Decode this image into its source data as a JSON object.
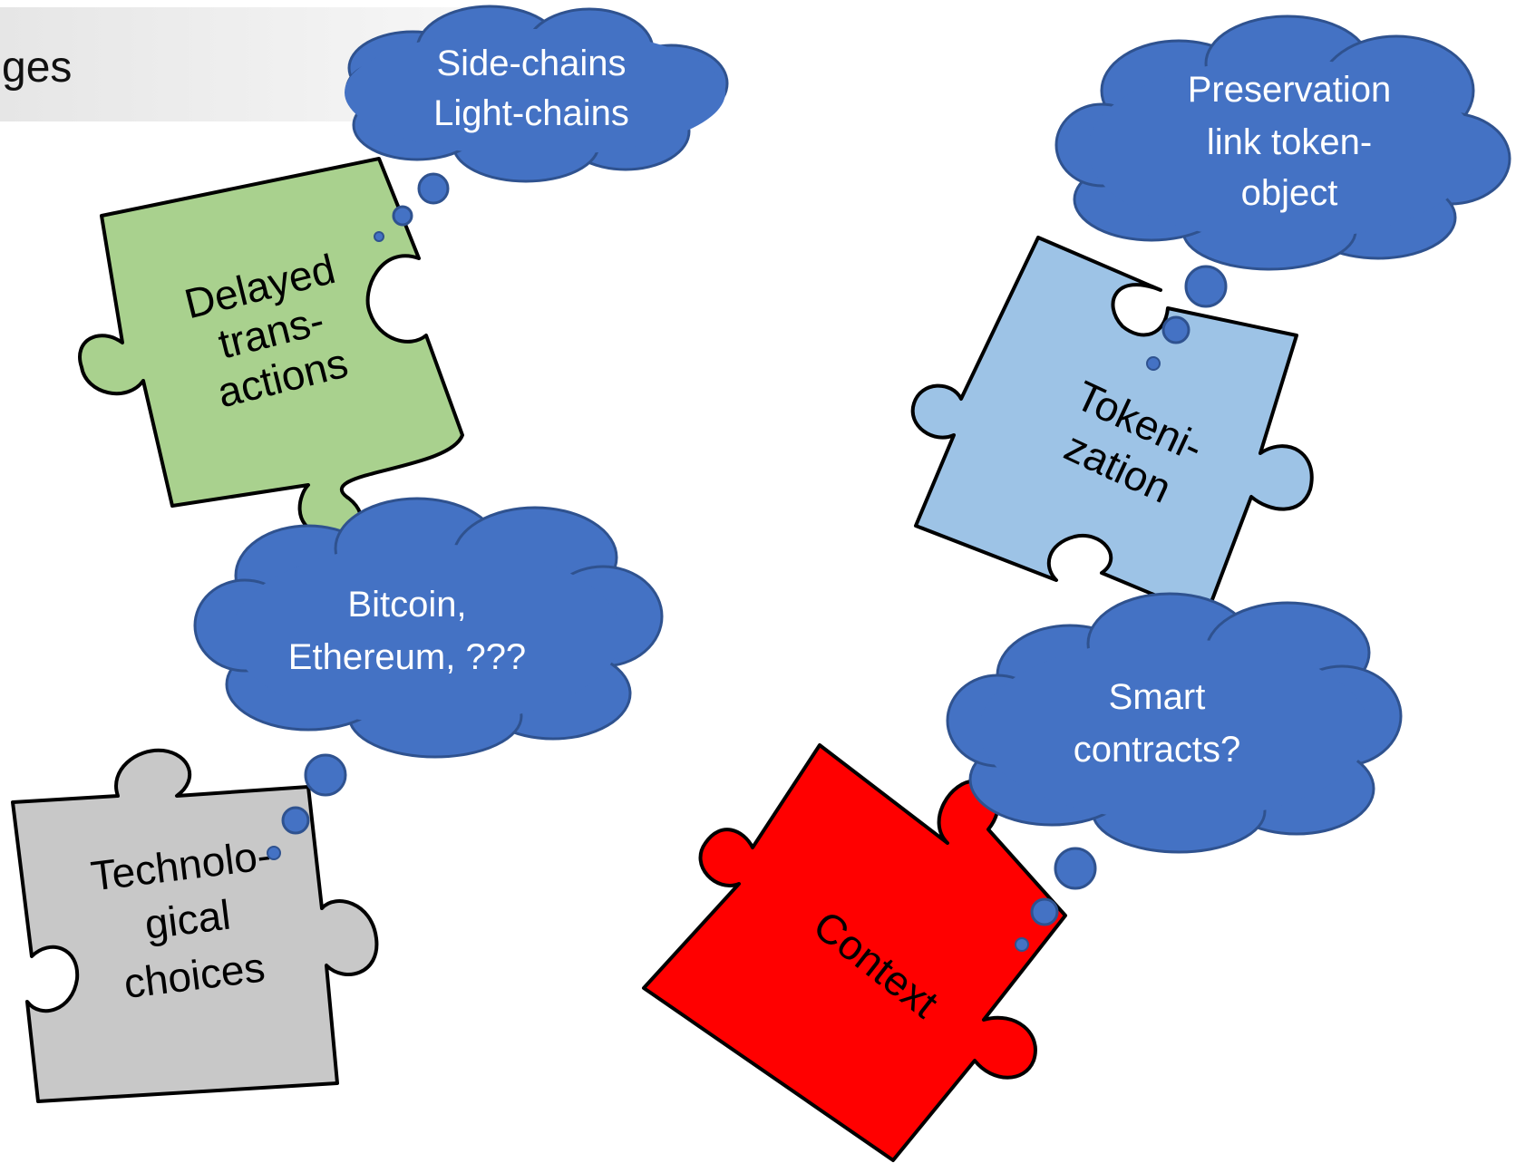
{
  "slide": {
    "title_fragment": "ges"
  },
  "colors": {
    "cloud": "#4472c4",
    "cloud_stroke": "#2f528f",
    "green_piece": "#a9d18e",
    "blue_piece": "#9dc3e6",
    "gray_piece": "#c8c8c8",
    "red_piece": "#ff0000",
    "outline": "#000000"
  },
  "pieces": [
    {
      "id": "delayed",
      "lines": [
        "Delayed",
        "trans-",
        "actions"
      ]
    },
    {
      "id": "tokenization",
      "lines": [
        "Tokeni-",
        "zation"
      ]
    },
    {
      "id": "technological",
      "lines": [
        "Technolo-",
        "gical",
        "choices"
      ]
    },
    {
      "id": "context",
      "lines": [
        "Context"
      ]
    }
  ],
  "clouds": [
    {
      "id": "side-chains",
      "lines": [
        "Side-chains",
        "Light-chains"
      ]
    },
    {
      "id": "preservation",
      "lines": [
        "Preservation",
        "link token-",
        "object"
      ]
    },
    {
      "id": "bitcoin",
      "lines": [
        "Bitcoin,",
        "Ethereum, ???"
      ]
    },
    {
      "id": "smart-contracts",
      "lines": [
        "Smart",
        "contracts?"
      ]
    }
  ]
}
